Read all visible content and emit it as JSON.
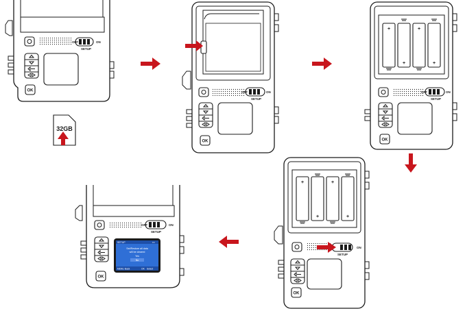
{
  "sd_card": {
    "capacity_label": "32GB"
  },
  "switch": {
    "off_label": "OFF",
    "on_label": "ON",
    "setup_label": "SETUP"
  },
  "screen": {
    "header_left": "SETUP",
    "header_right": "▪▪▪",
    "message_line1": "Set/Restore all data",
    "message_line2": "will be cleared",
    "option_yes": "Yes",
    "option_no": "No",
    "footer_left": "MENU",
    "footer_back": "Back",
    "footer_ok": "OK",
    "footer_select": "Select"
  },
  "colors": {
    "arrow": "#c8161d",
    "screen_bg": "#2f6fd6",
    "outline": "#1a1a1a"
  }
}
